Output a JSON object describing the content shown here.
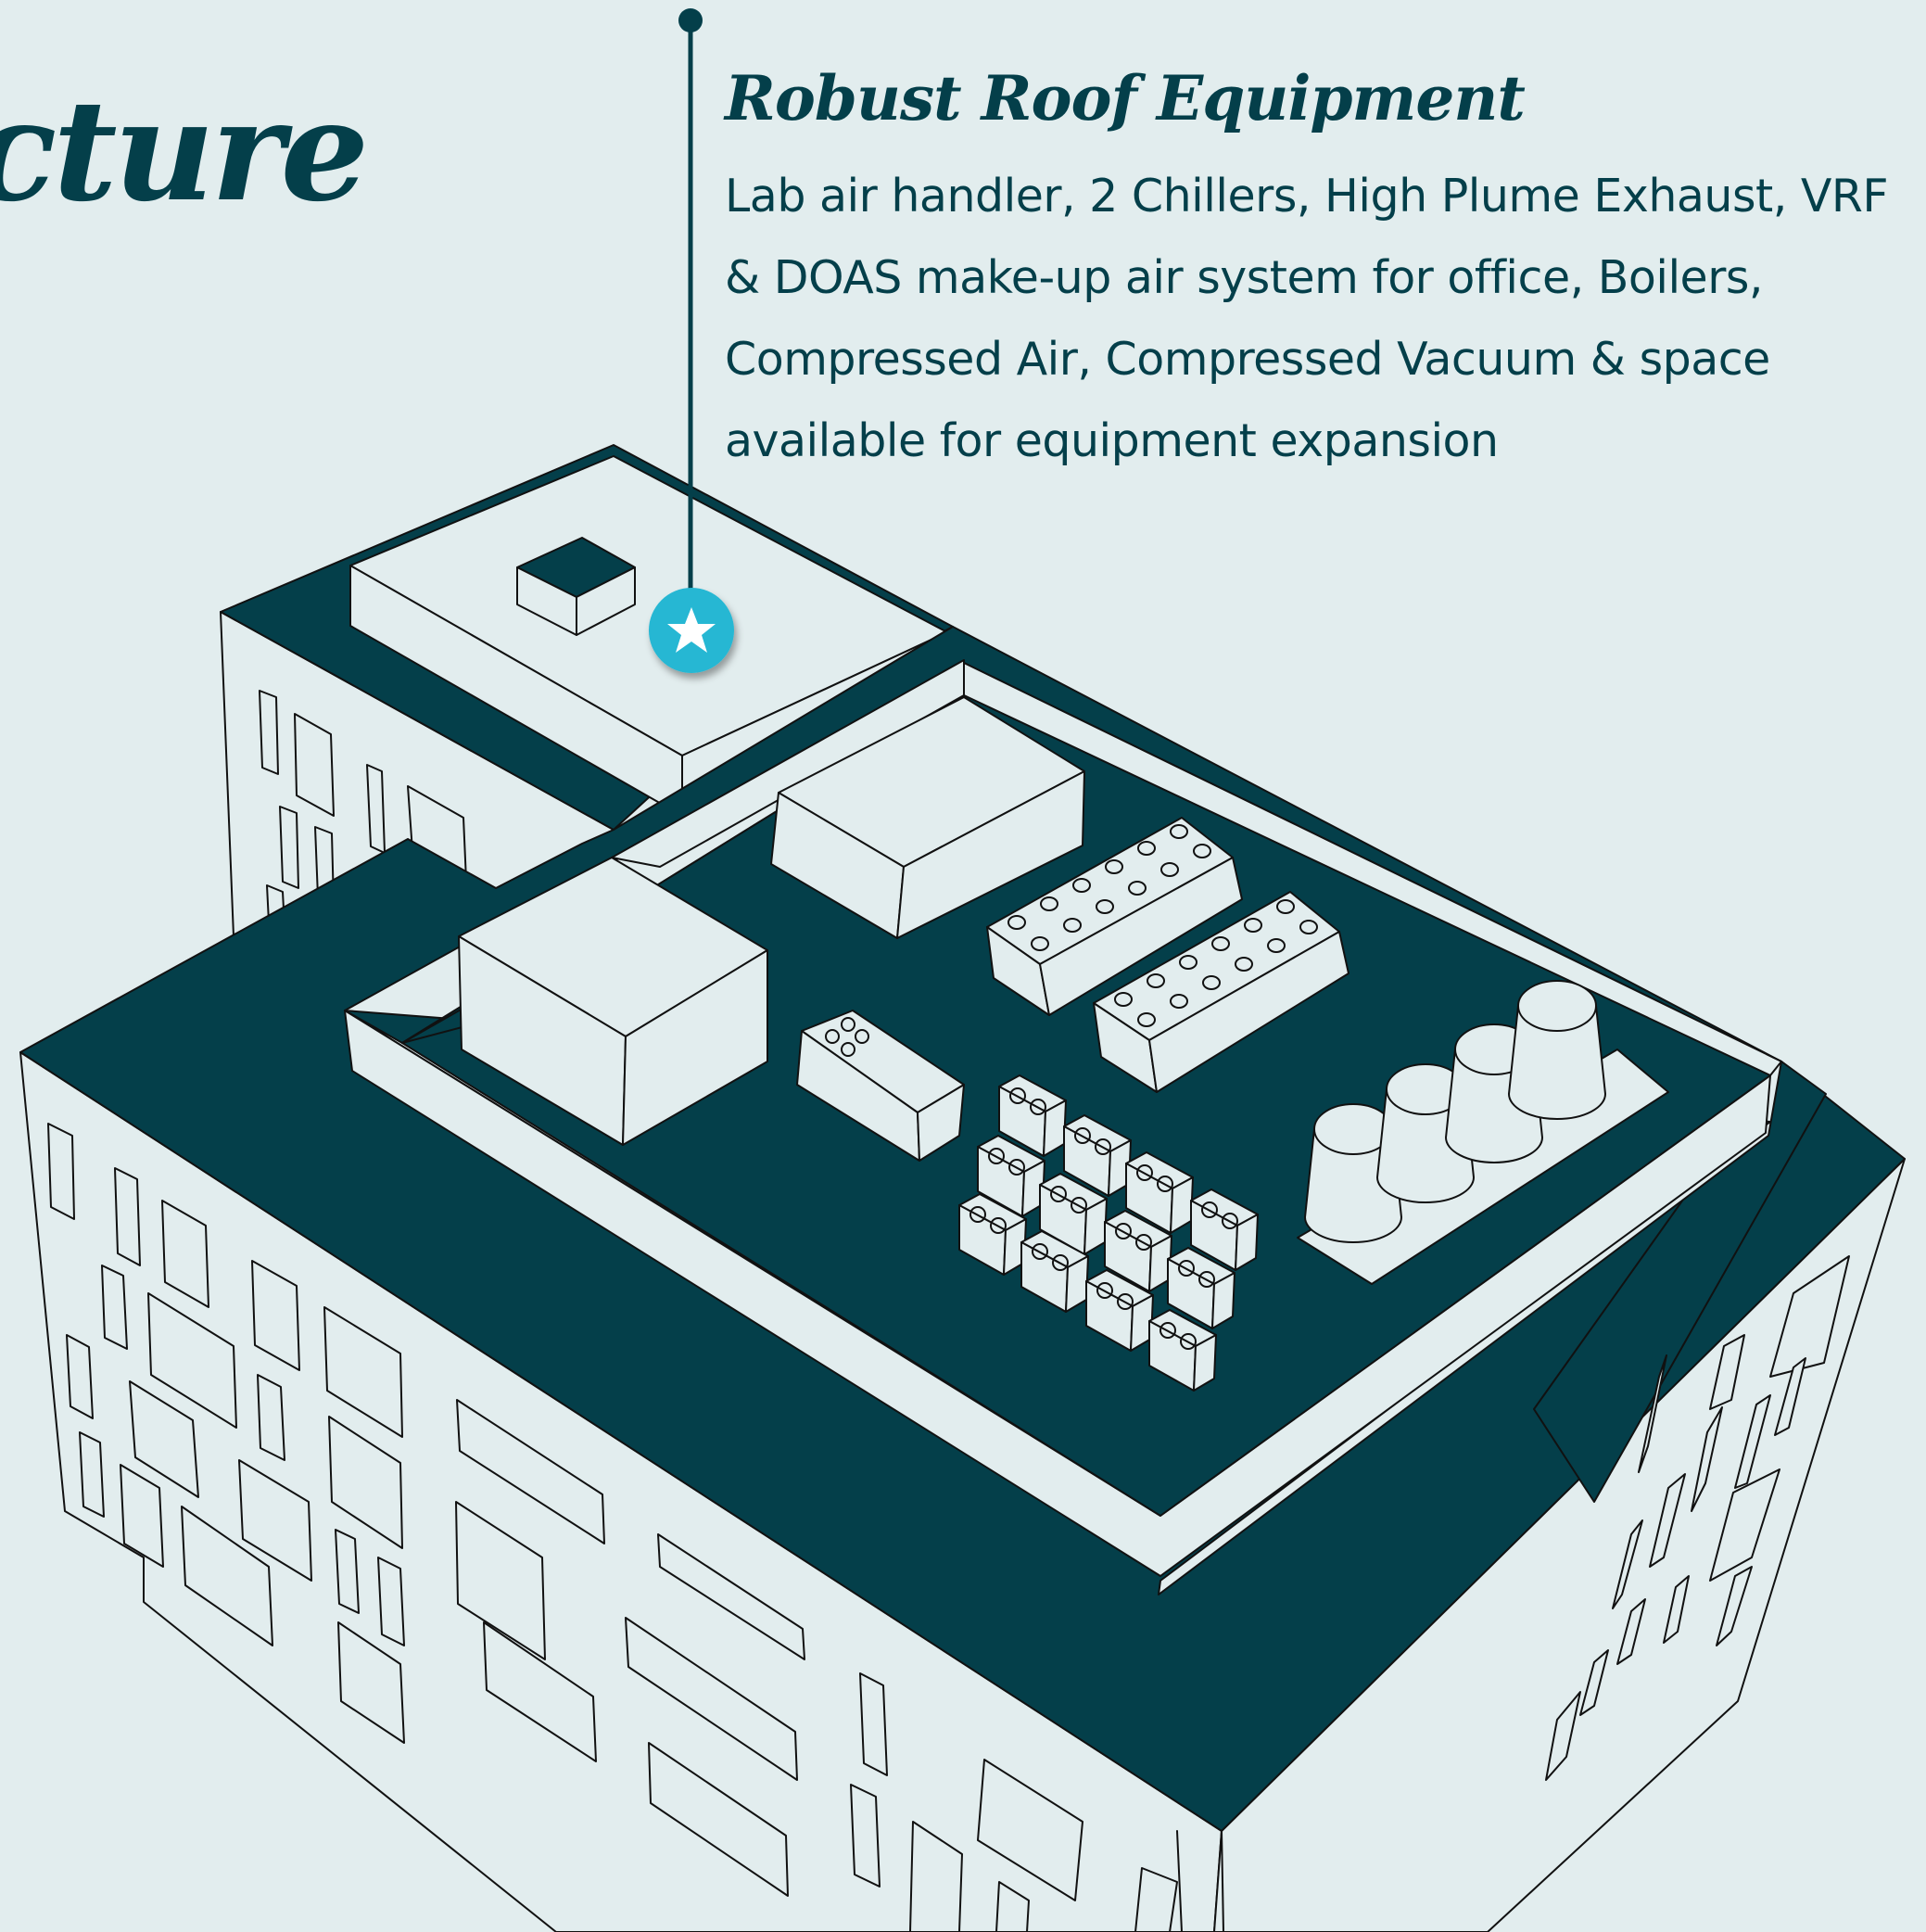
{
  "heading": {
    "text": "cture"
  },
  "callout": {
    "title": "Robust Roof  Equipment",
    "lines": [
      "Lab air handler, 2 Chillers, High Plume Exhaust, VRF",
      "& DOAS make-up air system for office, Boilers,",
      "Compressed Air, Compressed Vacuum & space",
      "available for equipment expansion"
    ]
  },
  "colors": {
    "background": "#e2edee",
    "primary": "#043f4a",
    "accent": "#26b7d3",
    "line": "#111111"
  },
  "icons": {
    "marker": "star-icon"
  }
}
